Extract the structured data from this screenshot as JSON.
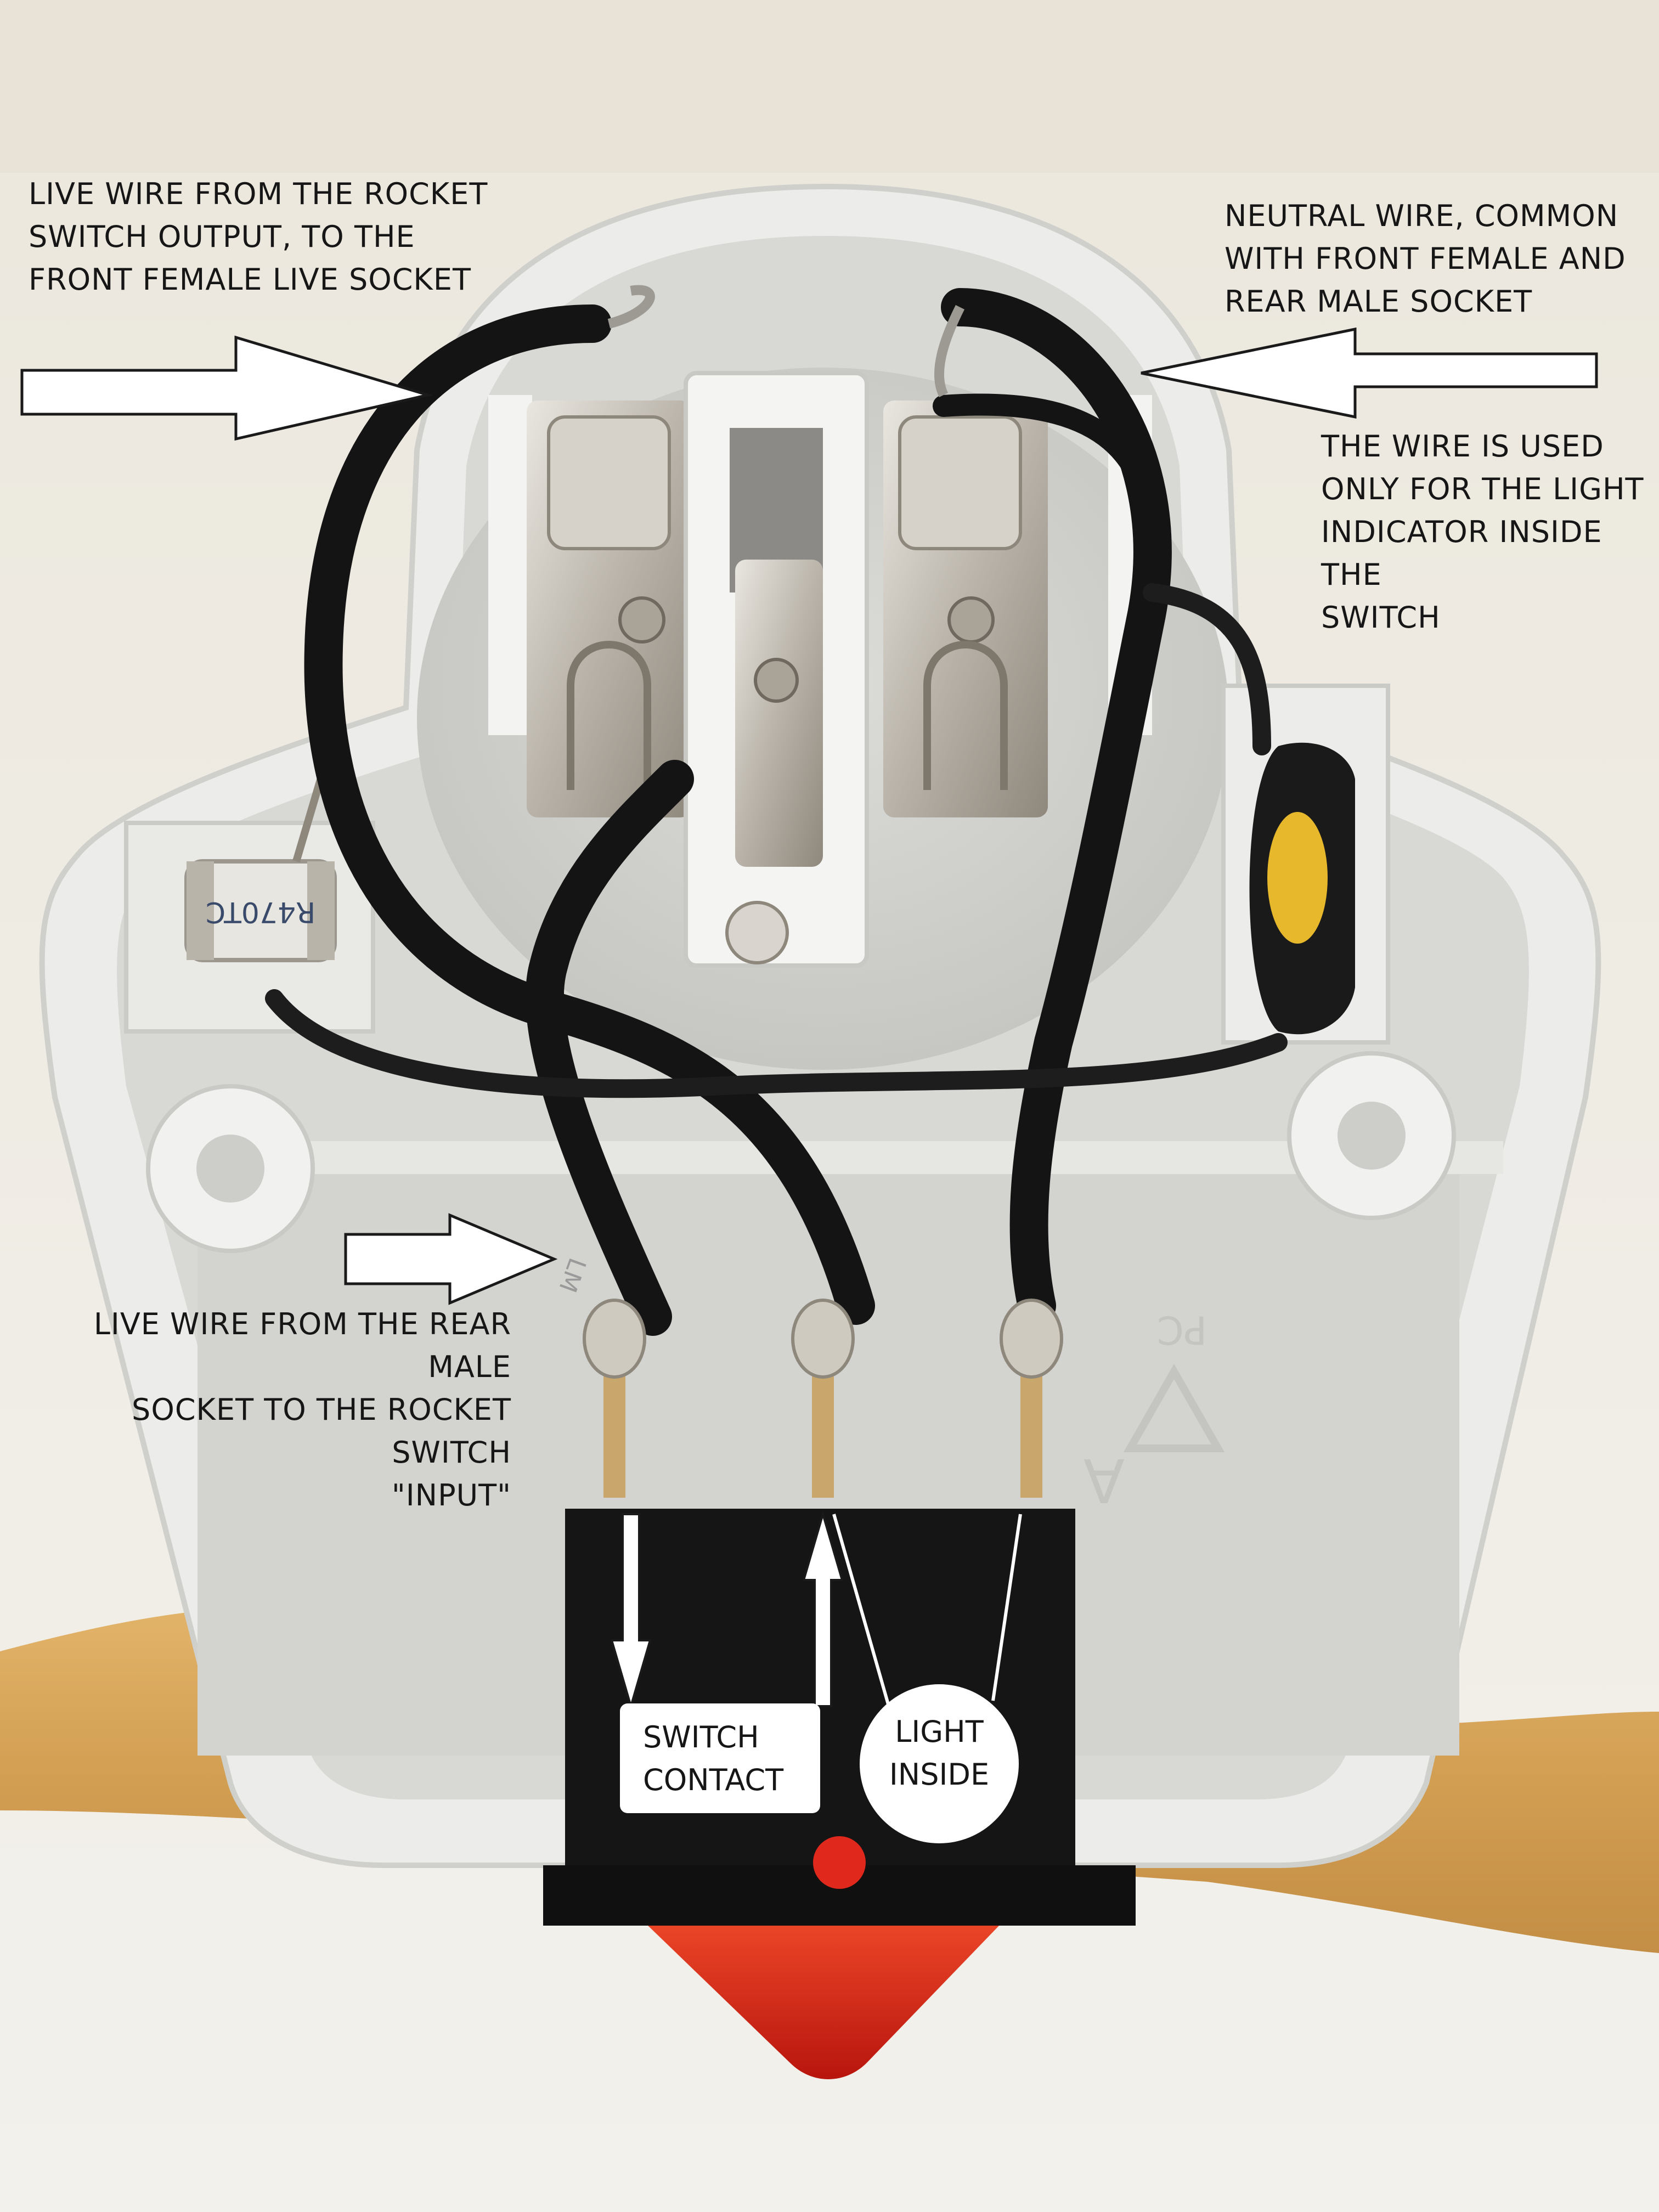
{
  "annotations": {
    "live_output": "LIVE WIRE FROM THE ROCKET\nSWITCH OUTPUT, TO THE\nFRONT FEMALE LIVE SOCKET",
    "neutral_common": "NEUTRAL WIRE, COMMON\nWITH FRONT FEMALE AND\nREAR MALE SOCKET",
    "light_only": "THE WIRE IS USED\nONLY FOR THE LIGHT\nINDICATOR INSIDE THE\nSWITCH",
    "live_input": "LIVE WIRE FROM THE REAR MALE\nSOCKET TO THE ROCKET SWITCH\n\"INPUT\"",
    "switch_contact": "SWITCH\nCONTACT",
    "light_inside": "LIGHT\nINSIDE"
  },
  "component_markings": {
    "surge_arrester": "R470TC",
    "housing_mark": "PC",
    "housing_letter": "A",
    "wire_mark": "LM"
  },
  "colors": {
    "background_wall": "#f2efe8",
    "housing": "#e4e4e0",
    "wire_black": "#141414",
    "wooden_handle": "#d9a85a",
    "rocker_red": "#e0281c",
    "switch_body": "#151515",
    "capacitor_yellow": "#e7b82b",
    "metal": "#c8c4bc"
  }
}
